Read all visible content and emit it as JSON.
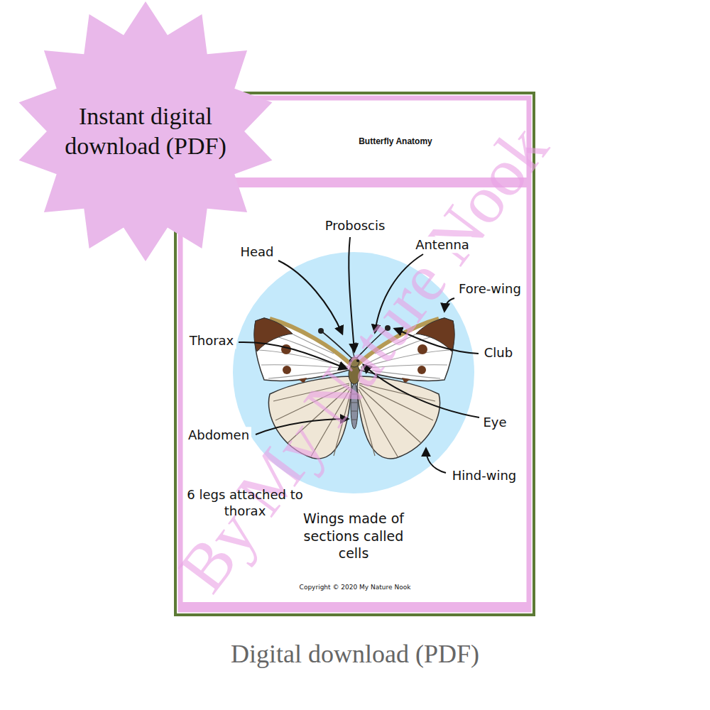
{
  "diagram": {
    "title": "Butterfly Anatomy",
    "caption": "Digital download (PDF)",
    "nodes": [
      {
        "text": [
          "Instant digital download (PDF)"
        ]
      }
    ],
    "labels": [
      "Proboscis",
      "Head",
      "Antenna",
      "Fore-wing",
      "Thorax",
      "Club",
      "Eye",
      "Abdomen",
      "Hind-wing",
      "6 legs attached to thorax",
      "Wings made of sections called cells",
      "Copyright © 2020 My Nature Nook",
      "By My Nature Nook"
    ]
  }
}
